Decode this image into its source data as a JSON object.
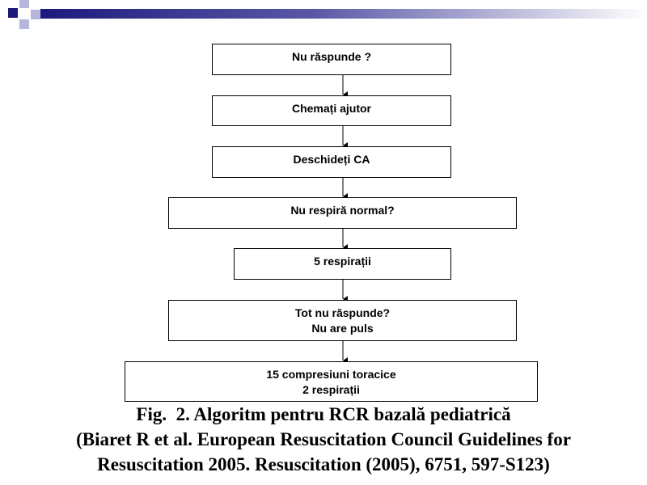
{
  "colors": {
    "navy": "#1c1a7c",
    "lavender": "#b6b6dc",
    "white": "#ffffff"
  },
  "flowchart": {
    "steps": [
      {
        "lines": [
          "Nu răspunde ?"
        ]
      },
      {
        "lines": [
          "Chemați ajutor"
        ]
      },
      {
        "lines": [
          "Deschideți CA"
        ]
      },
      {
        "lines": [
          "Nu respiră normal?"
        ]
      },
      {
        "lines": [
          "5 respirații"
        ]
      },
      {
        "lines": [
          "Tot nu răspunde?",
          "Nu are puls"
        ]
      },
      {
        "lines": [
          "15 compresiuni toracice",
          "2 respirații"
        ]
      }
    ]
  },
  "caption": {
    "line1": "Fig.  2. Algoritm pentru RCR bazală pediatrică",
    "line2": "(Biaret R et al. European Resuscitation Council Guidelines for",
    "line3": "Resuscitation 2005. Resuscitation (2005), 6751, 597-S123)"
  }
}
